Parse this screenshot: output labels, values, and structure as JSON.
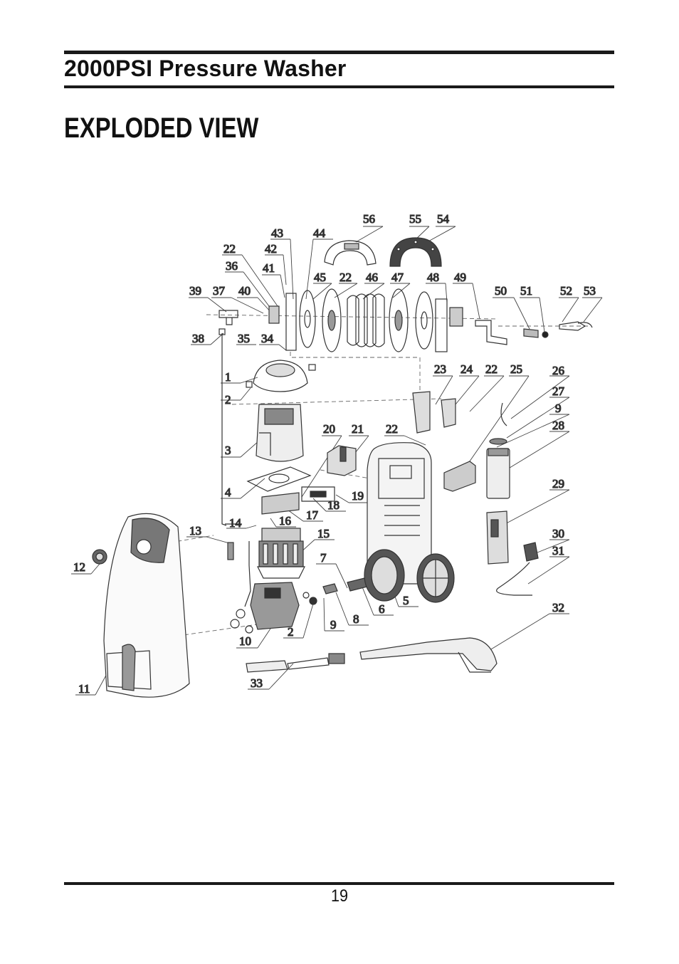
{
  "header": {
    "title": "2000PSI Pressure Washer"
  },
  "section": {
    "title": "EXPLODED VIEW"
  },
  "footer": {
    "page_number": "19"
  },
  "callouts": [
    {
      "id": "c56",
      "label": "56"
    },
    {
      "id": "c55",
      "label": "55"
    },
    {
      "id": "c54",
      "label": "54"
    },
    {
      "id": "c43",
      "label": "43"
    },
    {
      "id": "c44",
      "label": "44"
    },
    {
      "id": "c22a",
      "label": "22"
    },
    {
      "id": "c42",
      "label": "42"
    },
    {
      "id": "c36",
      "label": "36"
    },
    {
      "id": "c41",
      "label": "41"
    },
    {
      "id": "c45",
      "label": "45"
    },
    {
      "id": "c22b",
      "label": "22"
    },
    {
      "id": "c46",
      "label": "46"
    },
    {
      "id": "c47",
      "label": "47"
    },
    {
      "id": "c48",
      "label": "48"
    },
    {
      "id": "c49",
      "label": "49"
    },
    {
      "id": "c39",
      "label": "39"
    },
    {
      "id": "c37",
      "label": "37"
    },
    {
      "id": "c40",
      "label": "40"
    },
    {
      "id": "c50",
      "label": "50"
    },
    {
      "id": "c51",
      "label": "51"
    },
    {
      "id": "c52",
      "label": "52"
    },
    {
      "id": "c53",
      "label": "53"
    },
    {
      "id": "c38",
      "label": "38"
    },
    {
      "id": "c35",
      "label": "35"
    },
    {
      "id": "c34",
      "label": "34"
    },
    {
      "id": "c1",
      "label": "1"
    },
    {
      "id": "c23",
      "label": "23"
    },
    {
      "id": "c24",
      "label": "24"
    },
    {
      "id": "c22c",
      "label": "22"
    },
    {
      "id": "c25",
      "label": "25"
    },
    {
      "id": "c26",
      "label": "26"
    },
    {
      "id": "c2a",
      "label": "2"
    },
    {
      "id": "c27",
      "label": "27"
    },
    {
      "id": "c9a",
      "label": "9"
    },
    {
      "id": "c28",
      "label": "28"
    },
    {
      "id": "c3",
      "label": "3"
    },
    {
      "id": "c20",
      "label": "20"
    },
    {
      "id": "c21",
      "label": "21"
    },
    {
      "id": "c22d",
      "label": "22"
    },
    {
      "id": "c4",
      "label": "4"
    },
    {
      "id": "c18",
      "label": "18"
    },
    {
      "id": "c19",
      "label": "19"
    },
    {
      "id": "c17",
      "label": "17"
    },
    {
      "id": "c29",
      "label": "29"
    },
    {
      "id": "c14",
      "label": "14"
    },
    {
      "id": "c16",
      "label": "16"
    },
    {
      "id": "c13",
      "label": "13"
    },
    {
      "id": "c15",
      "label": "15"
    },
    {
      "id": "c30",
      "label": "30"
    },
    {
      "id": "c31",
      "label": "31"
    },
    {
      "id": "c12",
      "label": "12"
    },
    {
      "id": "c7",
      "label": "7"
    },
    {
      "id": "c5",
      "label": "5"
    },
    {
      "id": "c6",
      "label": "6"
    },
    {
      "id": "c8",
      "label": "8"
    },
    {
      "id": "c9b",
      "label": "9"
    },
    {
      "id": "c2b",
      "label": "2"
    },
    {
      "id": "c10",
      "label": "10"
    },
    {
      "id": "c32",
      "label": "32"
    },
    {
      "id": "c33",
      "label": "33"
    },
    {
      "id": "c11",
      "label": "11"
    }
  ]
}
